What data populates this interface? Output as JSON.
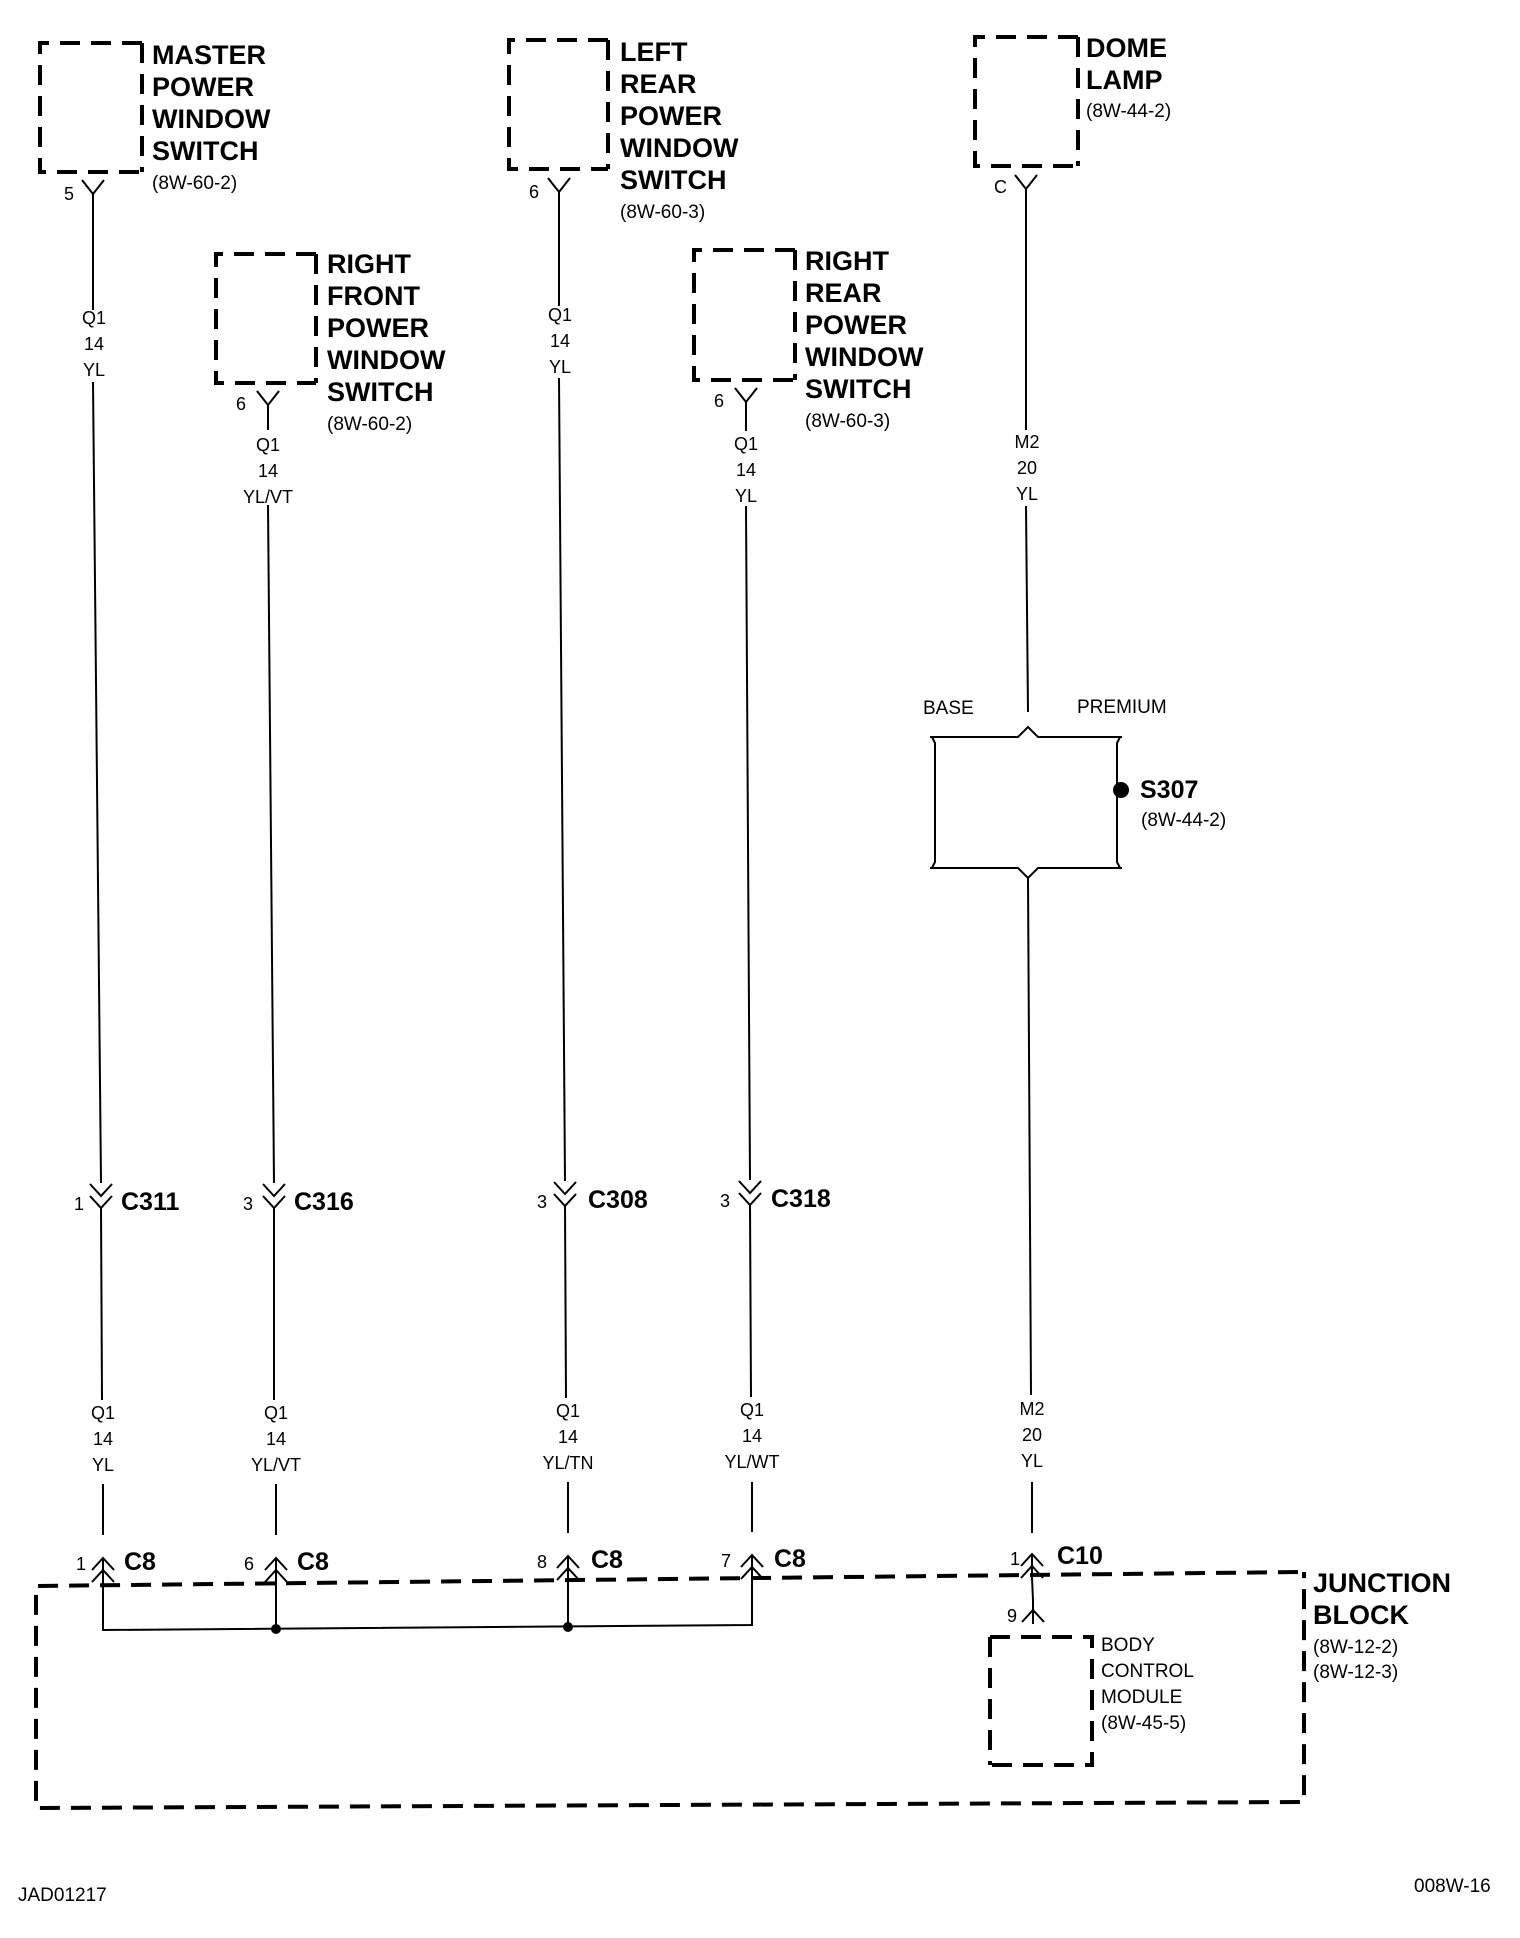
{
  "components": {
    "master_switch": {
      "title": [
        "MASTER",
        "POWER",
        "WINDOW",
        "SWITCH"
      ],
      "ref": "(8W-60-2)",
      "pin": "5"
    },
    "right_front_switch": {
      "title": [
        "RIGHT",
        "FRONT",
        "POWER",
        "WINDOW",
        "SWITCH"
      ],
      "ref": "(8W-60-2)",
      "pin": "6"
    },
    "left_rear_switch": {
      "title": [
        "LEFT",
        "REAR",
        "POWER",
        "WINDOW",
        "SWITCH"
      ],
      "ref": "(8W-60-3)",
      "pin": "6"
    },
    "right_rear_switch": {
      "title": [
        "RIGHT",
        "REAR",
        "POWER",
        "WINDOW",
        "SWITCH"
      ],
      "ref": "(8W-60-3)",
      "pin": "6"
    },
    "dome_lamp": {
      "title": [
        "DOME",
        "LAMP"
      ],
      "ref": "(8W-44-2)",
      "pin": "C"
    },
    "junction_block": {
      "title": [
        "JUNCTION",
        "BLOCK"
      ],
      "refs": [
        "(8W-12-2)",
        "(8W-12-3)"
      ]
    },
    "body_control_module": {
      "title": [
        "BODY",
        "CONTROL",
        "MODULE"
      ],
      "ref": "(8W-45-5)",
      "pin": "9"
    }
  },
  "wires": {
    "master_upper": [
      "Q1",
      "14",
      "YL"
    ],
    "right_front_upper": [
      "Q1",
      "14",
      "YL/VT"
    ],
    "left_rear_upper": [
      "Q1",
      "14",
      "YL"
    ],
    "right_rear_upper": [
      "Q1",
      "14",
      "YL"
    ],
    "dome_upper": [
      "M2",
      "20",
      "YL"
    ],
    "master_lower": [
      "Q1",
      "14",
      "YL"
    ],
    "right_front_lower": [
      "Q1",
      "14",
      "YL/VT"
    ],
    "left_rear_lower": [
      "Q1",
      "14",
      "YL/TN"
    ],
    "right_rear_lower": [
      "Q1",
      "14",
      "YL/WT"
    ],
    "dome_lower": [
      "M2",
      "20",
      "YL"
    ]
  },
  "inline_connectors": {
    "c311": {
      "name": "C311",
      "pin": "1"
    },
    "c316": {
      "name": "C316",
      "pin": "3"
    },
    "c308": {
      "name": "C308",
      "pin": "3"
    },
    "c318": {
      "name": "C318",
      "pin": "3"
    }
  },
  "junction_connectors": {
    "c8_a": {
      "name": "C8",
      "pin": "1"
    },
    "c8_b": {
      "name": "C8",
      "pin": "6"
    },
    "c8_c": {
      "name": "C8",
      "pin": "8"
    },
    "c8_d": {
      "name": "C8",
      "pin": "7"
    },
    "c10": {
      "name": "C10",
      "pin": "1"
    }
  },
  "splice": {
    "name": "S307",
    "ref": "(8W-44-2)",
    "base_label": "BASE",
    "premium_label": "PREMIUM"
  },
  "footer": {
    "left": "JAD01217",
    "right": "008W-16"
  }
}
